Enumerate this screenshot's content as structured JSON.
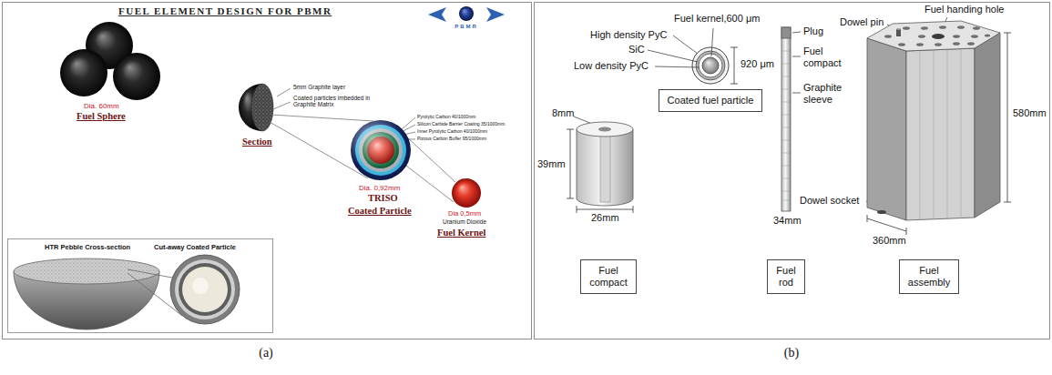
{
  "diagram": {
    "title": "FUEL ELEMENT DESIGN FOR PBMR",
    "nodes": [
      {
        "text": [
          "HTR Pebble Cross-section",
          "Cut-away Coated Particle"
        ]
      },
      {
        "text": [
          "Coated fuel particle"
        ]
      },
      {
        "text": [
          "Fuel compact"
        ]
      },
      {
        "text": [
          "Fuel rod"
        ]
      },
      {
        "text": [
          "Fuel assembly"
        ]
      }
    ],
    "labels": [
      "Dia. 60mm",
      "Fuel Sphere",
      "5mm Graphite layer",
      "Coated particles imbedded in Graphite Matrix",
      "Section",
      "Pyrolytic Carbon 40/1000mm",
      "Silicon Carbide Barrier Coating 35/1000mm",
      "Inner Pyrolytic Carbon 40/1000mm",
      "Porous Carbon Buffer 95/1000mm",
      "Dia. 0,92mm",
      "TRISO",
      "Coated Particle",
      "Dia 0,5mm",
      "Uranium Dioxide",
      "Fuel Kernel",
      "PBMR",
      "Fuel kernel,600 μm",
      "High density PyC",
      "SiC",
      "Low density PyC",
      "920 μm",
      "8mm",
      "39mm",
      "26mm",
      "Plug",
      "Fuel compact",
      "Graphite sleeve",
      "34mm",
      "Fuel handing hole",
      "Dowel pin",
      "580mm",
      "Dowel socket",
      "360mm",
      "(a)",
      "(b)"
    ]
  }
}
